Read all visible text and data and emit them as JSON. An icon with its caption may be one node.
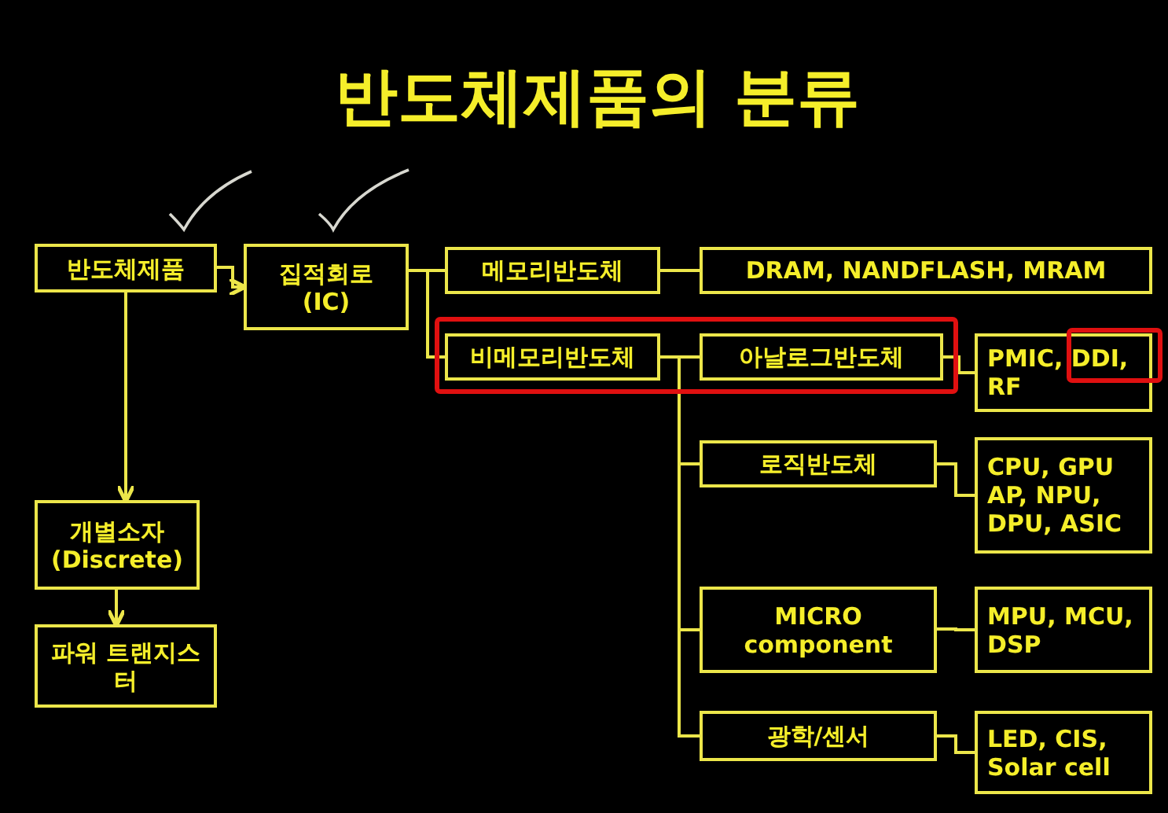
{
  "diagram": {
    "title": "반도체제품의 분류",
    "nodes": [
      {
        "text": [
          "반도체제품"
        ]
      },
      {
        "text": [
          "집적회로 (IC)"
        ]
      },
      {
        "text": [
          "메모리반도체"
        ]
      },
      {
        "text": [
          "DRAM, NANDFLASH, MRAM"
        ]
      },
      {
        "text": [
          "비메모리반도체"
        ]
      },
      {
        "text": [
          "아날로그반도체"
        ]
      },
      {
        "text": [
          "PMIC, DDI, RF"
        ]
      },
      {
        "text": [
          "로직반도체"
        ]
      },
      {
        "text": [
          "CPU, GPU AP, NPU, DPU, ASIC"
        ]
      },
      {
        "text": [
          "MICRO component"
        ]
      },
      {
        "text": [
          "MPU, MCU, DSP"
        ]
      },
      {
        "text": [
          "광학/센서"
        ]
      },
      {
        "text": [
          "LED, CIS, Solar cell"
        ]
      },
      {
        "text": [
          "개별소자 (Discrete)"
        ]
      },
      {
        "text": [
          "파워 트랜지스터"
        ]
      }
    ],
    "edges": [
      {
        "from": 0,
        "to": 1,
        "arrow": "to"
      },
      {
        "from": 1,
        "to": 2,
        "arrow": "none"
      },
      {
        "from": 1,
        "to": 4,
        "arrow": "none"
      },
      {
        "from": 2,
        "to": 3,
        "arrow": "none"
      },
      {
        "from": 4,
        "to": 5,
        "arrow": "none"
      },
      {
        "from": 4,
        "to": 7,
        "arrow": "none"
      },
      {
        "from": 4,
        "to": 9,
        "arrow": "none"
      },
      {
        "from": 4,
        "to": 11,
        "arrow": "none"
      },
      {
        "from": 5,
        "to": 6,
        "arrow": "none"
      },
      {
        "from": 7,
        "to": 8,
        "arrow": "none"
      },
      {
        "from": 9,
        "to": 10,
        "arrow": "none"
      },
      {
        "from": 11,
        "to": 12,
        "arrow": "none"
      },
      {
        "from": 0,
        "to": 13,
        "arrow": "to"
      },
      {
        "from": 13,
        "to": 14,
        "arrow": "to"
      }
    ]
  }
}
